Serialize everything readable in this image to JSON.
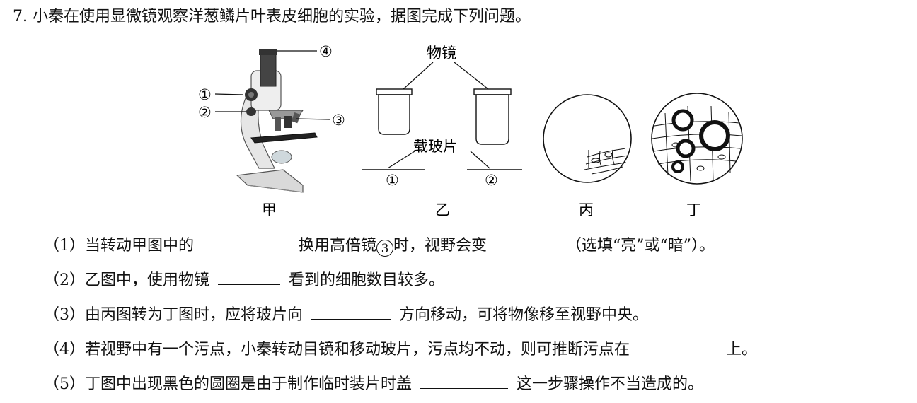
{
  "question": {
    "number": "7.",
    "stem": "小秦在使用显微镜观察洋葱鳞片叶表皮细胞的实验，据图完成下列问题。"
  },
  "figure": {
    "jia": {
      "caption": "甲",
      "labels": [
        "①",
        "②",
        "③",
        "④"
      ]
    },
    "yi": {
      "caption": "乙",
      "objective_label": "物镜",
      "slide_label": "载玻片",
      "lens_labels": [
        "①",
        "②"
      ]
    },
    "bing": {
      "caption": "丙"
    },
    "ding": {
      "caption": "丁"
    }
  },
  "subquestions": [
    {
      "id": "（1）",
      "text_a": "当转动甲图中的",
      "text_b": "换用高倍镜",
      "circled": "3",
      "text_c": "时，视野会变",
      "text_d": "（选填“亮”或“暗”）。"
    },
    {
      "id": "（2）",
      "text_a": "乙图中，使用物镜",
      "text_b": "看到的细胞数目较多。"
    },
    {
      "id": "（3）",
      "text_a": "由丙图转为丁图时，应将玻片向",
      "text_b": "方向移动，可将物像移至视野中央。"
    },
    {
      "id": "（4）",
      "text_a": "若视野中有一个污点，小秦转动目镜和移动玻片，污点均不动，则可推断污点在",
      "text_b": "上。"
    },
    {
      "id": "（5）",
      "text_a": "丁图中出现黑色的圆圈是由于制作临时装片时盖",
      "text_b": "这一步骤操作不当造成的。"
    }
  ]
}
